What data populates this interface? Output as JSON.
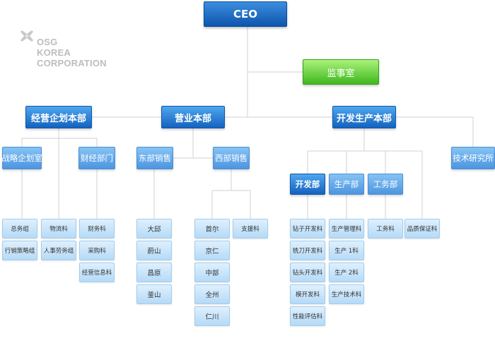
{
  "logo": {
    "mark_icon": "osg-cross-mark-icon",
    "lines": [
      "OSG",
      "KOREA",
      "CORPORATION"
    ],
    "color": "#bdbdbd"
  },
  "colors": {
    "ceo": "#0e56ad",
    "audit": "#3eb81e",
    "division": "#1462be",
    "department": "#4d95e0",
    "team": "#b5daf7",
    "connector": "#d0d0d0"
  },
  "org": {
    "ceo": "CEO",
    "audit": "监事室",
    "divisions": [
      {
        "name": "经营企划本部",
        "departments": [
          {
            "name": "战略企划室",
            "teams": [
              "总务组",
              "行销策略组"
            ]
          },
          {
            "name": "财经部门",
            "teams": [
              "财务科",
              "采购科",
              "经营信息科"
            ]
          }
        ],
        "direct_teams": [
          "物流科",
          "人事劳务组"
        ]
      },
      {
        "name": "营业本部",
        "departments": [
          {
            "name": "东部销售",
            "teams": [
              "大邱",
              "蔚山",
              "昌原",
              "釜山"
            ]
          },
          {
            "name": "西部销售",
            "teams": [
              "首尔",
              "京仁",
              "中部",
              "全州",
              "仁川",
              "支援科"
            ]
          }
        ]
      },
      {
        "name": "开发生产本部",
        "departments": [
          {
            "name": "开发部",
            "teams": [
              "钻子开发科",
              "铣刀开发科",
              "钻头开发科",
              "模开发科",
              "性能评估科"
            ]
          },
          {
            "name": "生产部",
            "teams": [
              "生产管理科",
              "生产 1科",
              "生产 2科",
              "生产技术科"
            ]
          },
          {
            "name": "工务部",
            "teams": [
              "工务科"
            ]
          }
        ],
        "direct_teams": [
          "品质保证科"
        ]
      },
      {
        "name": "技术研究所",
        "departments": []
      }
    ]
  }
}
